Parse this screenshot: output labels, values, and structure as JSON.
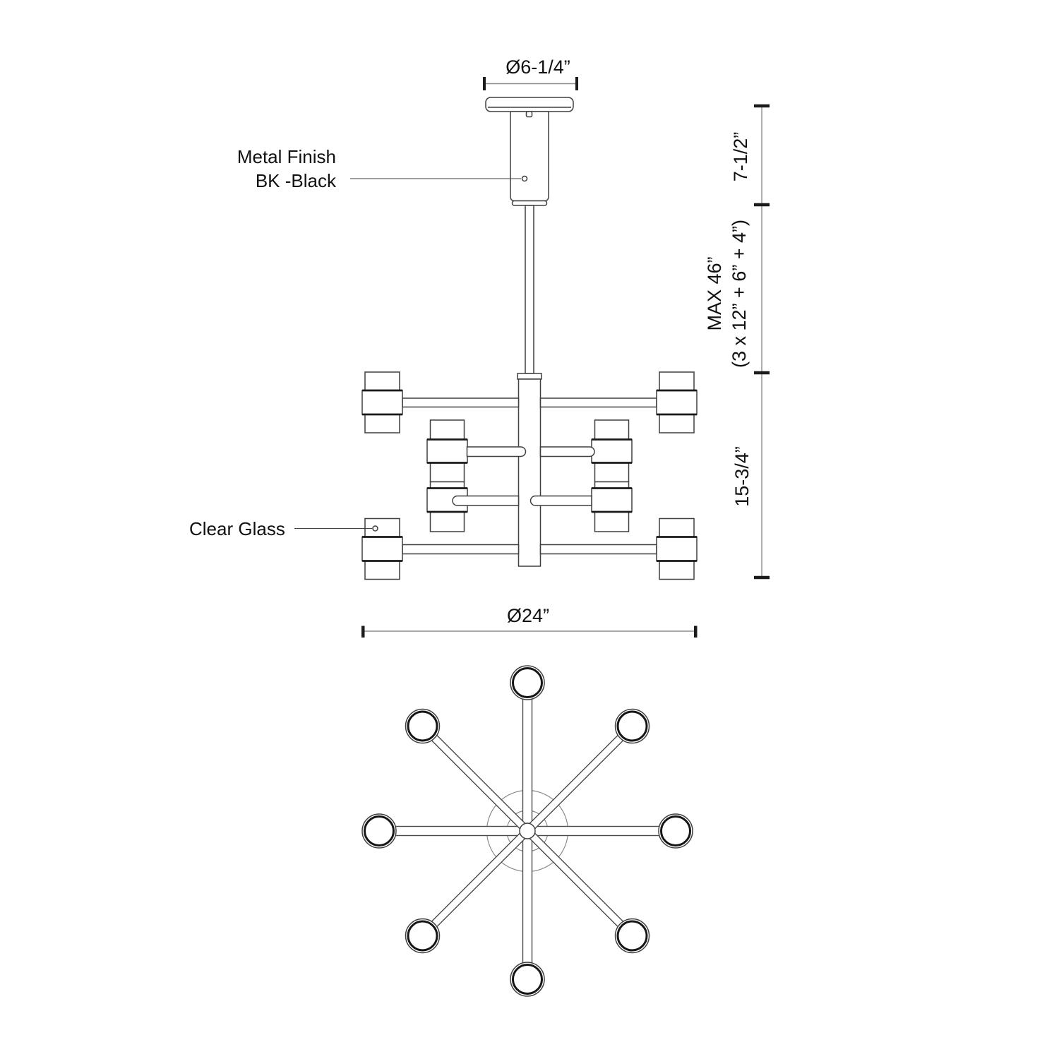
{
  "drawing": {
    "annotations": {
      "metal_finish_line1": "Metal Finish",
      "metal_finish_line2": "BK -Black",
      "clear_glass": "Clear Glass"
    },
    "dimensions": {
      "canopy_diameter": "Ø6-1/4”",
      "canopy_height": "7-1/2”",
      "suspension_max_line1": "MAX 46”",
      "suspension_max_line2": "(3 x 12” + 6” + 4”)",
      "fixture_height": "15-3/4”",
      "fixture_diameter": "Ø24”"
    },
    "colors": {
      "background": "#ffffff",
      "ink": "#3f3f3f",
      "ink_heavy": "#191919",
      "dim_line": "#8c8c8c",
      "text": "#111111"
    }
  }
}
